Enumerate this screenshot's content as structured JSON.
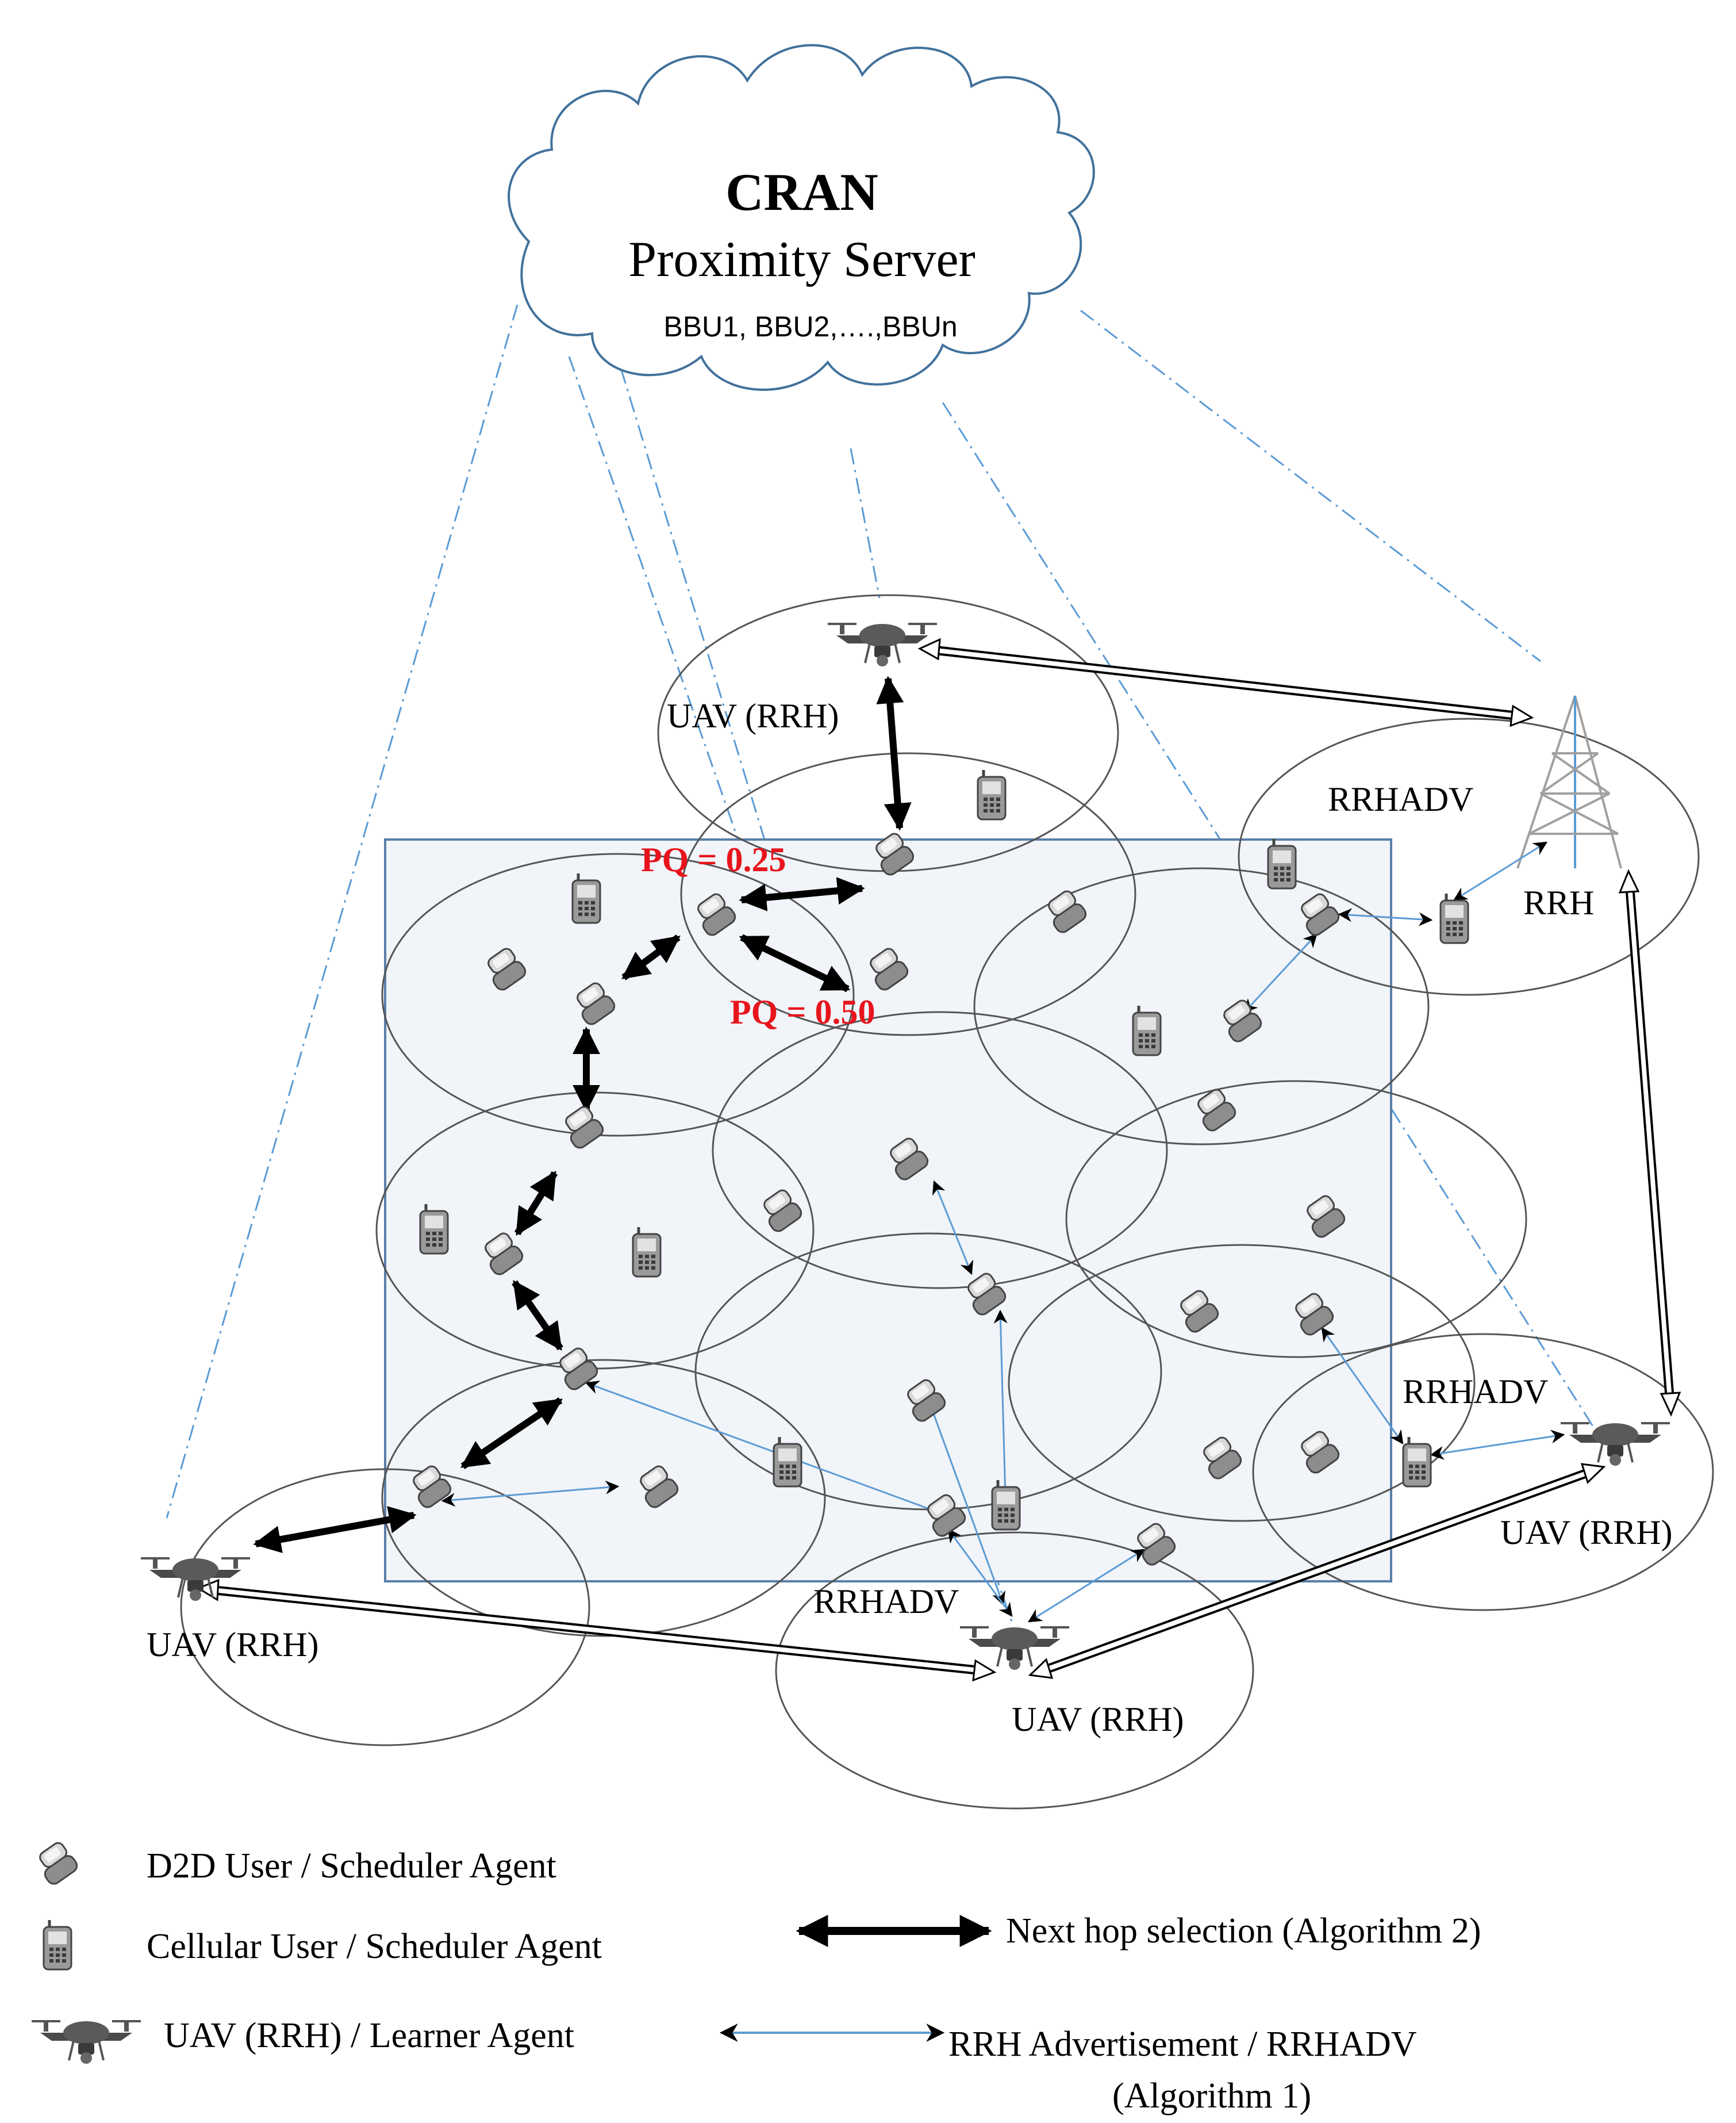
{
  "cloud": {
    "title": "CRAN",
    "subtitle": "Proximity Server",
    "bbus": "BBU1, BBU2,….,BBUn"
  },
  "labels": {
    "uav_top": "UAV (RRH)",
    "uav_left": "UAV (RRH)",
    "uav_bottom": "UAV (RRH)",
    "uav_right": "UAV (RRH)",
    "rrh_tower": "RRH",
    "rrhadv_top_right": "RRHADV",
    "rrhadv_right": "RRHADV",
    "rrhadv_bottom": "RRHADV",
    "pq_1": "PQ = 0.25",
    "pq_2": "PQ = 0.50"
  },
  "legend": {
    "d2d": "D2D User / Scheduler Agent",
    "cellular": "Cellular User / Scheduler Agent",
    "uav": "UAV (RRH) / Learner Agent",
    "next_hop": "Next hop selection (Algorithm 2)",
    "rrhadv_line1": "RRH Advertisement / RRHADV",
    "rrhadv_line2": "(Algorithm 1)"
  },
  "colors": {
    "pq_red": "#e8141c",
    "dash_blue": "#5b9bd5",
    "box_fill": "#f1f4f9",
    "box_stroke": "#5a7fa8",
    "device": "#6b6b6b"
  }
}
